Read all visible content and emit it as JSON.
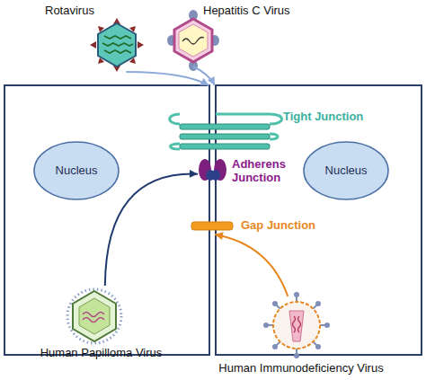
{
  "diagram": {
    "nodes": [
      {
        "text": [
          "Rotavirus"
        ]
      },
      {
        "text": [
          "Hepatitis C Virus"
        ]
      },
      {
        "text": [
          "Tight Junction"
        ]
      },
      {
        "text": [
          "Nucleus"
        ]
      },
      {
        "text": [
          "Adherens Junction"
        ]
      },
      {
        "text": [
          "Nucleus"
        ]
      },
      {
        "text": [
          "Gap Junction"
        ]
      },
      {
        "text": [
          "Human Papilloma Virus"
        ]
      },
      {
        "text": [
          "Human Immunodeficiency Virus"
        ]
      }
    ],
    "edges": [
      {
        "from": 0,
        "to": 2,
        "arrow": "to"
      },
      {
        "from": 1,
        "to": 2,
        "arrow": "to"
      },
      {
        "from": 7,
        "to": 4,
        "arrow": "to"
      },
      {
        "from": 8,
        "to": 6,
        "arrow": "to"
      }
    ]
  }
}
